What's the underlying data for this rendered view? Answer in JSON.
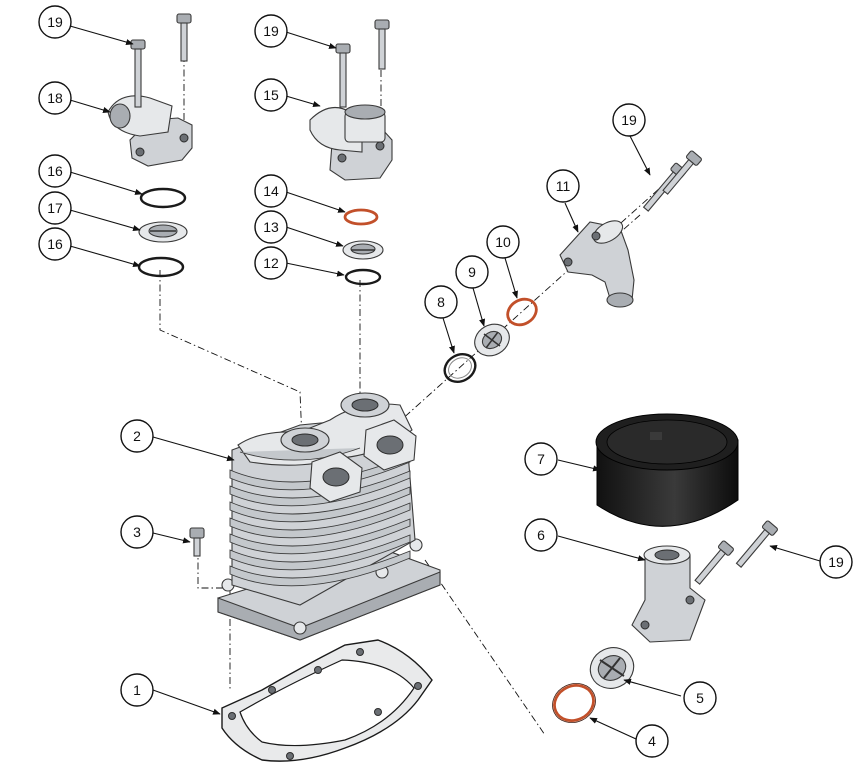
{
  "diagram": {
    "callouts": [
      {
        "id": "c1",
        "label": "1"
      },
      {
        "id": "c2",
        "label": "2"
      },
      {
        "id": "c3",
        "label": "3"
      },
      {
        "id": "c4",
        "label": "4"
      },
      {
        "id": "c5",
        "label": "5"
      },
      {
        "id": "c6",
        "label": "6"
      },
      {
        "id": "c7",
        "label": "7"
      },
      {
        "id": "c8",
        "label": "8"
      },
      {
        "id": "c9",
        "label": "9"
      },
      {
        "id": "c10",
        "label": "10"
      },
      {
        "id": "c11",
        "label": "11"
      },
      {
        "id": "c12",
        "label": "12"
      },
      {
        "id": "c13",
        "label": "13"
      },
      {
        "id": "c14",
        "label": "14"
      },
      {
        "id": "c15",
        "label": "15"
      },
      {
        "id": "c16a",
        "label": "16"
      },
      {
        "id": "c16b",
        "label": "16"
      },
      {
        "id": "c17",
        "label": "17"
      },
      {
        "id": "c18",
        "label": "18"
      },
      {
        "id": "c19a",
        "label": "19"
      },
      {
        "id": "c19b",
        "label": "19"
      },
      {
        "id": "c19c",
        "label": "19"
      },
      {
        "id": "c19d",
        "label": "19"
      }
    ],
    "colors": {
      "metal": "#cfd2d6",
      "oring_red": "#c2502a",
      "filter": "#1f1f1f",
      "line": "#111111"
    }
  }
}
